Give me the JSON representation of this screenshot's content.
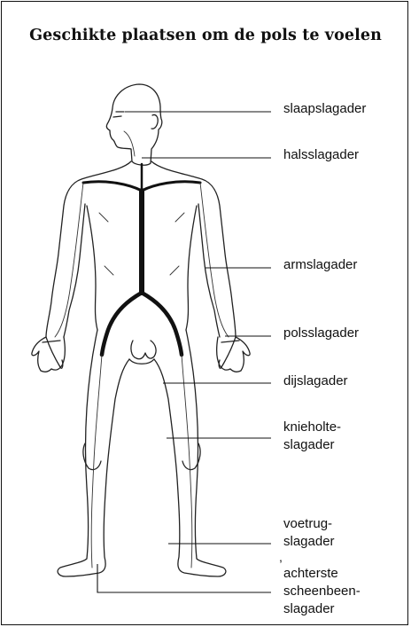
{
  "title": "Geschikte plaatsen om de pols te voelen",
  "labels": {
    "slaap": "slaapslagader",
    "hals": "halsslagader",
    "arm": "armslagader",
    "pols": "polsslagader",
    "dij": "dijslagader",
    "knie_1": "knieholte-",
    "knie_2": "slagader",
    "voetrug_1": "voetrug-",
    "voetrug_2": "slagader",
    "scheen_1": "achterste",
    "scheen_2": "scheenbeen-",
    "scheen_3": "slagader"
  },
  "stray_mark": ","
}
